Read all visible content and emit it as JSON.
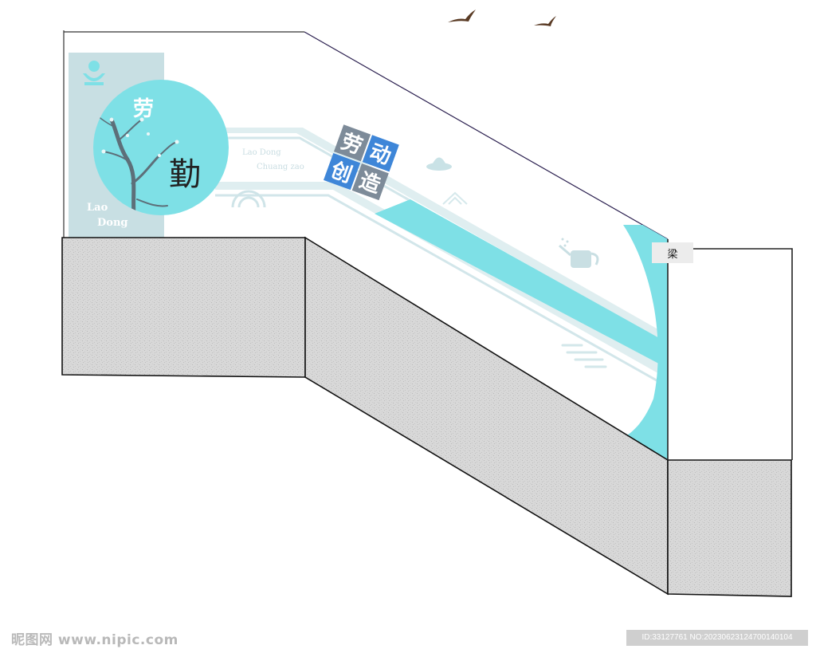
{
  "mural": {
    "circle_char_top": "劳",
    "circle_char_seal": "勤",
    "panel_label_line1": "Lao",
    "panel_label_line2": "Dong",
    "pinyin_line1": "Lao Dong",
    "pinyin_line2": "Chuang zao",
    "tiles": [
      "劳",
      "动",
      "创",
      "造"
    ]
  },
  "beam_label": "梁",
  "watermark": {
    "left": "昵图网 www.nipic.com",
    "right": "ID:33127761 NO:20230623124700140104"
  },
  "colors": {
    "accent_cyan": "#7ee0e6",
    "pale_blue": "#c8dfe3",
    "tile_gray": "#7d8b99",
    "tile_blue": "#3e86d8",
    "concrete": "#d6d6d6"
  }
}
